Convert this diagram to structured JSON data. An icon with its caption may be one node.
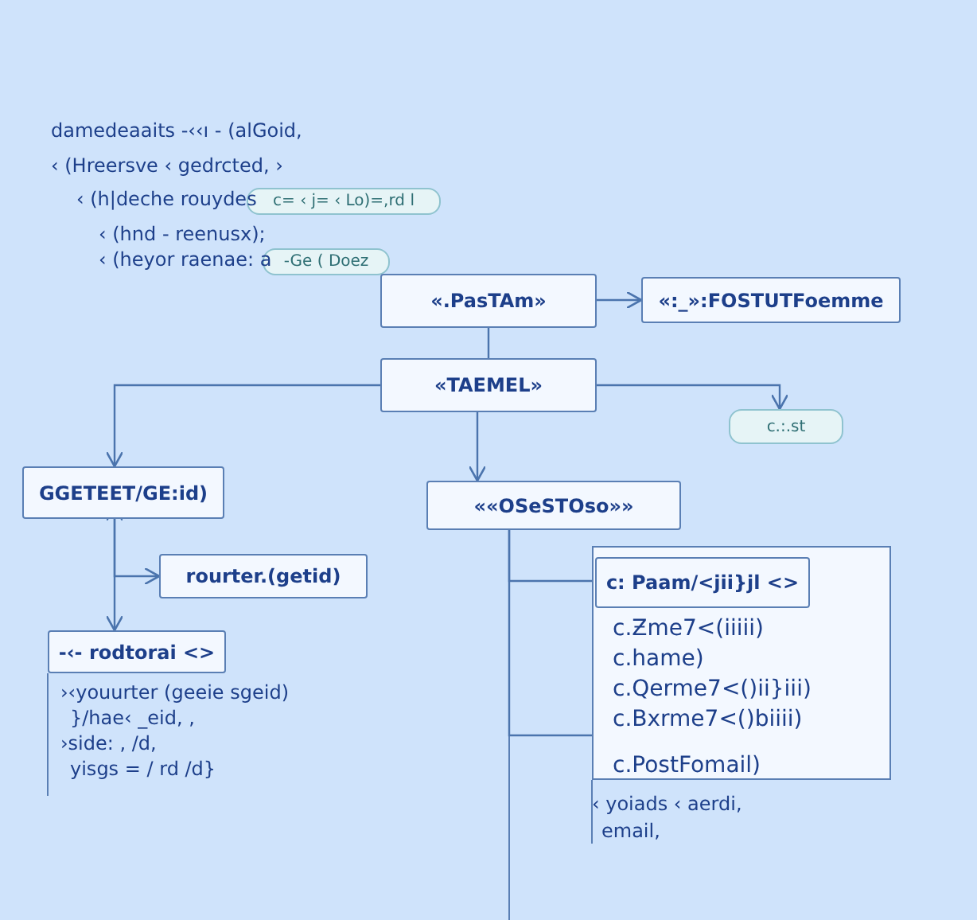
{
  "diagram": {
    "nodes": [
      {
        "text": [
          "c= ‹ j= ‹ Lo)=,rd l"
        ]
      },
      {
        "text": [
          "-Ge ( Doez"
        ]
      },
      {
        "text": [
          "«.PasTAm»"
        ]
      },
      {
        "text": [
          "«:_»:FOSTUTFoemme"
        ]
      },
      {
        "text": [
          "«TAEMEL»"
        ]
      },
      {
        "text": [
          "c.:.st"
        ]
      },
      {
        "text": [
          "GGETEET/GE:id)"
        ]
      },
      {
        "text": [
          "««OSeSTOso»»"
        ]
      },
      {
        "text": [
          "rourter.(getid)"
        ]
      },
      {
        "text": [
          "c.Ƶme7<(iiiii)",
          "c.hame)",
          "c.Qerme7<()ii}iii)",
          "c.Bxrme7<()biiii)",
          "c.PostFomail)"
        ]
      },
      {
        "text": [
          "c: Paam/<jii}jl <>"
        ],
        "in": 9
      },
      {
        "text": [
          "-‹- rodtorai <>"
        ],
        "beside": [
          "›‹youurter (geeie sgeid)",
          "}/hae‹ _eid, ,",
          "›side: , /d,",
          "yisgs = / rd /d}"
        ]
      }
    ],
    "edges": [
      {
        "from": 2,
        "to": 3,
        "arrow": "to"
      },
      {
        "from": 2,
        "to": 4,
        "arrow": "none"
      },
      {
        "from": 4,
        "to": 6,
        "arrow": "to"
      },
      {
        "from": 4,
        "to": 5,
        "arrow": "to"
      },
      {
        "from": 4,
        "to": 7,
        "arrow": "to"
      },
      {
        "from": 6,
        "to": 11,
        "arrow": "both"
      },
      {
        "from": 6,
        "to": 8,
        "arrow": "to"
      },
      {
        "from": 7,
        "to": 10,
        "arrow": "none"
      },
      {
        "from": 7,
        "to": 9,
        "arrow": "none"
      }
    ],
    "labels": [
      "damedeaaits -‹‹ı - (alGoid,",
      "‹ (Hreersve ‹ gedrcted, ›",
      "‹ (h|deche rouydes",
      "‹ (hnd - reenusx);",
      "‹ (heyor raenae: a",
      "‹ yoiads ‹ aerdi,",
      "email,"
    ]
  }
}
